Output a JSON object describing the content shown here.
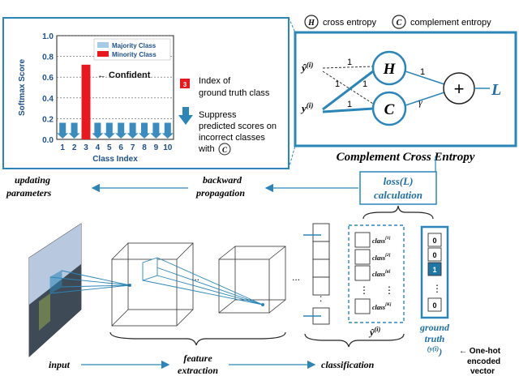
{
  "legend_top": {
    "h_symbol": "H",
    "h_text": "cross entropy",
    "c_symbol": "C",
    "c_text": "complement entropy"
  },
  "chart": {
    "ylabel": "Softmax Score",
    "xlabel": "Class Index",
    "legend_majority": "Majority Class",
    "legend_minority": "Minority Class",
    "annotation_confident": "← Confident",
    "y_ticks": [
      "0.0",
      "0.2",
      "0.4",
      "0.6",
      "0.8",
      "1.0"
    ],
    "colors": {
      "majority": "#3a8cc0",
      "minority": "#e8181e",
      "legend_major": "#a5cbe6"
    }
  },
  "chart_data": {
    "type": "bar",
    "categories": [
      "1",
      "2",
      "3",
      "4",
      "5",
      "6",
      "7",
      "8",
      "9",
      "10"
    ],
    "values": [
      0,
      0,
      0.72,
      0,
      0,
      0,
      0,
      0,
      0,
      0
    ],
    "highlight_index": 2,
    "xlabel": "Class Index",
    "ylabel": "Softmax Score",
    "ylim": [
      0,
      1.0
    ]
  },
  "side_notes": {
    "box_number": "3",
    "index_line1": "Index of",
    "index_line2": "ground truth class",
    "suppress_lines": [
      "Suppress",
      "predicted scores on",
      "incorrect classes",
      "with"
    ],
    "suppress_symbol": "C"
  },
  "network": {
    "y_hat": "ŷ(i)",
    "y_true": "y(i)",
    "w1a": "1",
    "w1b": "1",
    "w1c": "1",
    "w1d": "1",
    "w_out": "1",
    "gamma": "γ",
    "h_node": "H",
    "c_node": "C",
    "plus": "+",
    "loss": "L",
    "title": "Complement Cross Entropy"
  },
  "flow": {
    "updating_line1": "updating",
    "updating_line2": "parameters",
    "backward_line1": "backward",
    "backward_line2": "propagation",
    "loss_line1": "loss(L)",
    "loss_line2": "calculation",
    "input": "input",
    "feature_line1": "feature",
    "feature_line2": "extraction",
    "classification": "classification",
    "dots1": "...",
    "dots2": "...",
    "dots3": ":"
  },
  "classes": {
    "items": [
      "class[1]",
      "class[2]",
      "class[g]",
      "class[K]"
    ],
    "vdots": "⋮",
    "y_hat_label": "ŷ(i)"
  },
  "ground_truth": {
    "values": [
      "0",
      "0",
      "1",
      "0"
    ],
    "vdots": "⋮",
    "label_line1": "ground",
    "label_line2": "truth",
    "label_line3": "(y(i))",
    "note_line1": "← One-hot",
    "note_line2": "encoded",
    "note_line3": "vector",
    "highlight_color": "#1f77a8"
  }
}
